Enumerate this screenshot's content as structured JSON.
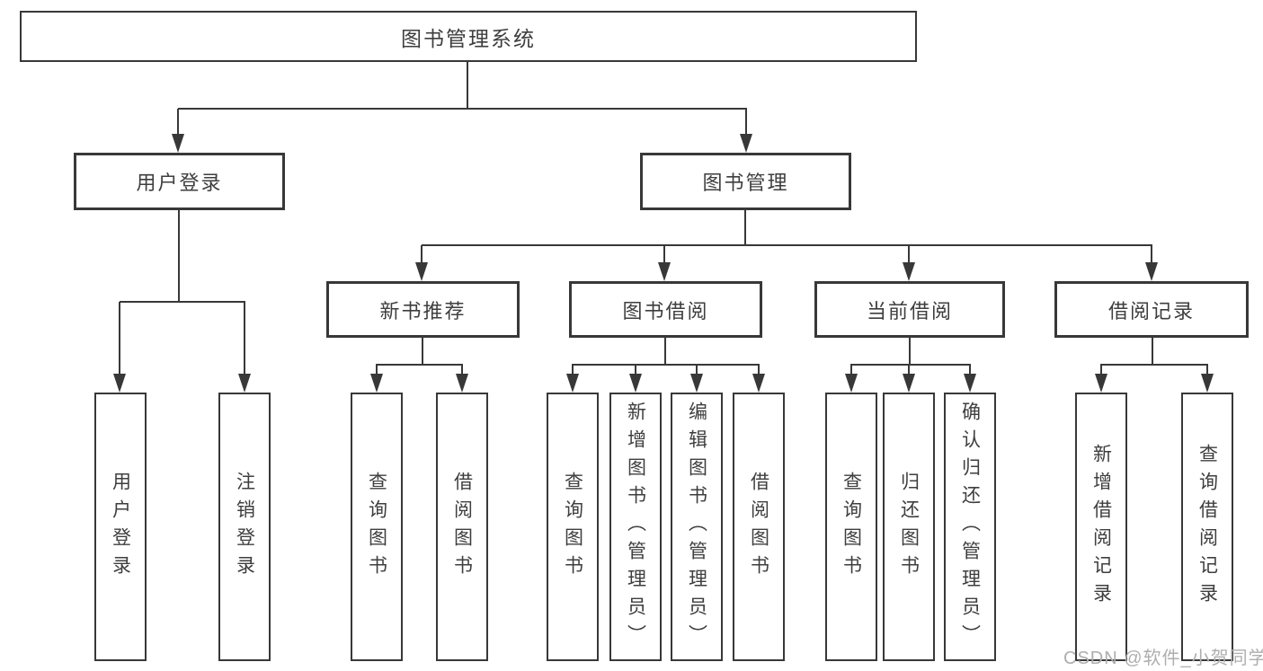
{
  "diagram": {
    "title": "图书管理系统",
    "modules": [
      {
        "label": "用户登录",
        "children": [
          {
            "label": "用户登录"
          },
          {
            "label": "注销登录"
          }
        ]
      },
      {
        "label": "图书管理",
        "children": [
          {
            "label": "新书推荐",
            "children": [
              {
                "label": "查询图书"
              },
              {
                "label": "借阅图书"
              }
            ]
          },
          {
            "label": "图书借阅",
            "children": [
              {
                "label": "查询图书"
              },
              {
                "label": "新增图书（管理员）"
              },
              {
                "label": "编辑图书（管理员）"
              },
              {
                "label": "借阅图书"
              }
            ]
          },
          {
            "label": "当前借阅",
            "children": [
              {
                "label": "查询图书"
              },
              {
                "label": "归还图书"
              },
              {
                "label": "确认归还（管理员）"
              }
            ]
          },
          {
            "label": "借阅记录",
            "children": [
              {
                "label": "新增借阅记录"
              },
              {
                "label": "查询借阅记录"
              }
            ]
          }
        ]
      }
    ]
  },
  "watermark": "CSDN @软件_小贺同学",
  "colors": {
    "line": "#383838",
    "box_border": "#383838",
    "text": "#3e3e3e",
    "watermark": "#aeaeae",
    "background": "#ffffff"
  }
}
